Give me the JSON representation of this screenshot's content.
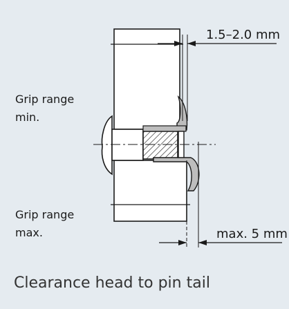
{
  "figure": {
    "dimension_top": "1.5–2.0 mm",
    "dimension_bottom": "max. 5 mm",
    "label_min_line1": "Grip range",
    "label_min_line2": "min.",
    "label_max_line1": "Grip range",
    "label_max_line2": "max.",
    "caption": "Clearance head to pin tail"
  },
  "colors": {
    "background": "#e5ebf0",
    "part": "#ffffff",
    "line": "#1a1a1a",
    "collar_gray": "#bdbdbd",
    "pin_gray": "#999999"
  }
}
